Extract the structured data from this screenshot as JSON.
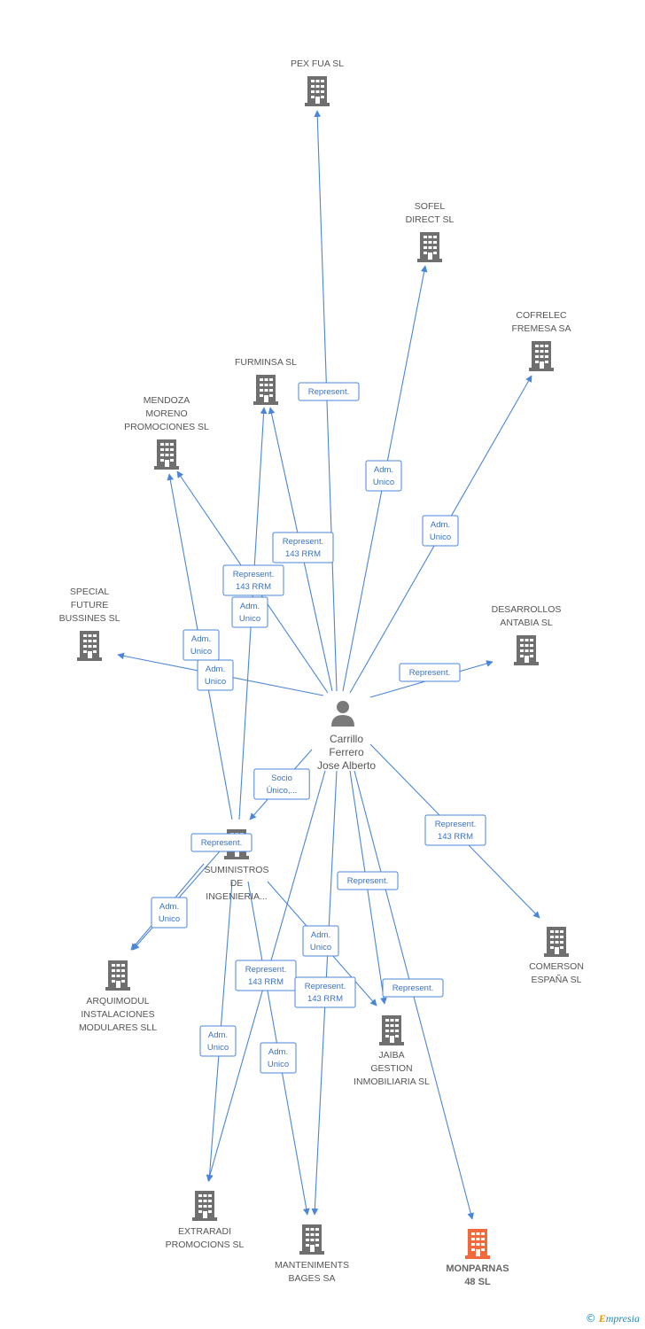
{
  "colors": {
    "edge": "#4a86d8",
    "building": "#6f6f6f",
    "highlight": "#f26a3c",
    "person": "#7a7a7a"
  },
  "person": {
    "icon": "person-icon",
    "label": [
      "Carrillo",
      "Ferrero",
      "Jose Alberto"
    ]
  },
  "companies": [
    {
      "id": "pexfua",
      "label": [
        "PEX FUA SL"
      ],
      "icon": "building-icon"
    },
    {
      "id": "sofel",
      "label": [
        "SOFEL",
        "DIRECT SL"
      ],
      "icon": "building-icon"
    },
    {
      "id": "cofrelec",
      "label": [
        "COFRELEC",
        "FREMESA SA"
      ],
      "icon": "building-icon"
    },
    {
      "id": "furminsa",
      "label": [
        "FURMINSA SL"
      ],
      "icon": "building-icon"
    },
    {
      "id": "mendoza",
      "label": [
        "MENDOZA",
        "MORENO",
        "PROMOCIONES SL"
      ],
      "icon": "building-icon"
    },
    {
      "id": "special",
      "label": [
        "SPECIAL",
        "FUTURE",
        "BUSSINES SL"
      ],
      "icon": "building-icon"
    },
    {
      "id": "desarrollos",
      "label": [
        "DESARROLLOS",
        "ANTABIA SL"
      ],
      "icon": "building-icon"
    },
    {
      "id": "suministros",
      "label": [
        "SUMINISTROS",
        "DE",
        "INGENIERIA..."
      ],
      "icon": "building-icon"
    },
    {
      "id": "arquimodul",
      "label": [
        "ARQUIMODUL",
        "INSTALACIONES",
        "MODULARES SLL"
      ],
      "icon": "building-icon"
    },
    {
      "id": "comerson",
      "label": [
        "COMERSON",
        "ESPAÑA SL"
      ],
      "icon": "building-icon"
    },
    {
      "id": "jaiba",
      "label": [
        "JAIBA",
        "GESTION",
        "INMOBILIARIA SL"
      ],
      "icon": "building-icon"
    },
    {
      "id": "extraradi",
      "label": [
        "EXTRARADI",
        "PROMOCIONS SL"
      ],
      "icon": "building-icon"
    },
    {
      "id": "manteniments",
      "label": [
        "MANTENIMENTS",
        "BAGES SA"
      ],
      "icon": "building-icon"
    },
    {
      "id": "monparnas",
      "label": [
        "MONPARNAS",
        "48 SL"
      ],
      "icon": "building-icon",
      "highlight": true
    }
  ],
  "edges": [
    {
      "id": "e-pexfua",
      "label": [
        "Represent."
      ]
    },
    {
      "id": "e-sofel",
      "label": [
        "Adm.",
        "Unico"
      ]
    },
    {
      "id": "e-cofrelec",
      "label": [
        "Adm.",
        "Unico"
      ]
    },
    {
      "id": "e-furminsa-1",
      "label": [
        "Represent.",
        "143 RRM"
      ]
    },
    {
      "id": "e-mendoza",
      "label": [
        "Represent.",
        "143 RRM"
      ]
    },
    {
      "id": "e-furminsa-2",
      "label": [
        "Adm.",
        "Unico"
      ]
    },
    {
      "id": "e-mendoza-sum",
      "label": [
        "Adm.",
        "Unico"
      ]
    },
    {
      "id": "e-special",
      "label": [
        "Adm.",
        "Unico"
      ]
    },
    {
      "id": "e-desarrollos",
      "label": [
        "Represent."
      ]
    },
    {
      "id": "e-suministros",
      "label": [
        "Socio",
        "Único,..."
      ]
    },
    {
      "id": "e-arquimodul-1",
      "label": [
        "Represent."
      ]
    },
    {
      "id": "e-arquimodul-2",
      "label": [
        "Adm.",
        "Unico"
      ]
    },
    {
      "id": "e-comerson",
      "label": [
        "Represent.",
        "143 RRM"
      ]
    },
    {
      "id": "e-jaiba-1",
      "label": [
        "Represent."
      ]
    },
    {
      "id": "e-jaiba-2",
      "label": [
        "Adm.",
        "Unico"
      ]
    },
    {
      "id": "e-extraradi-1",
      "label": [
        "Represent.",
        "143 RRM"
      ]
    },
    {
      "id": "e-manteniments-1",
      "label": [
        "Represent.",
        "143 RRM"
      ]
    },
    {
      "id": "e-jaiba-3",
      "label": [
        "Represent."
      ]
    },
    {
      "id": "e-extraradi-2",
      "label": [
        "Adm.",
        "Unico"
      ]
    },
    {
      "id": "e-manteniments-2",
      "label": [
        "Adm.",
        "Unico"
      ]
    }
  ],
  "footer": {
    "copyright": "©",
    "brand_e": "E",
    "brand_rest": "mpresia"
  }
}
